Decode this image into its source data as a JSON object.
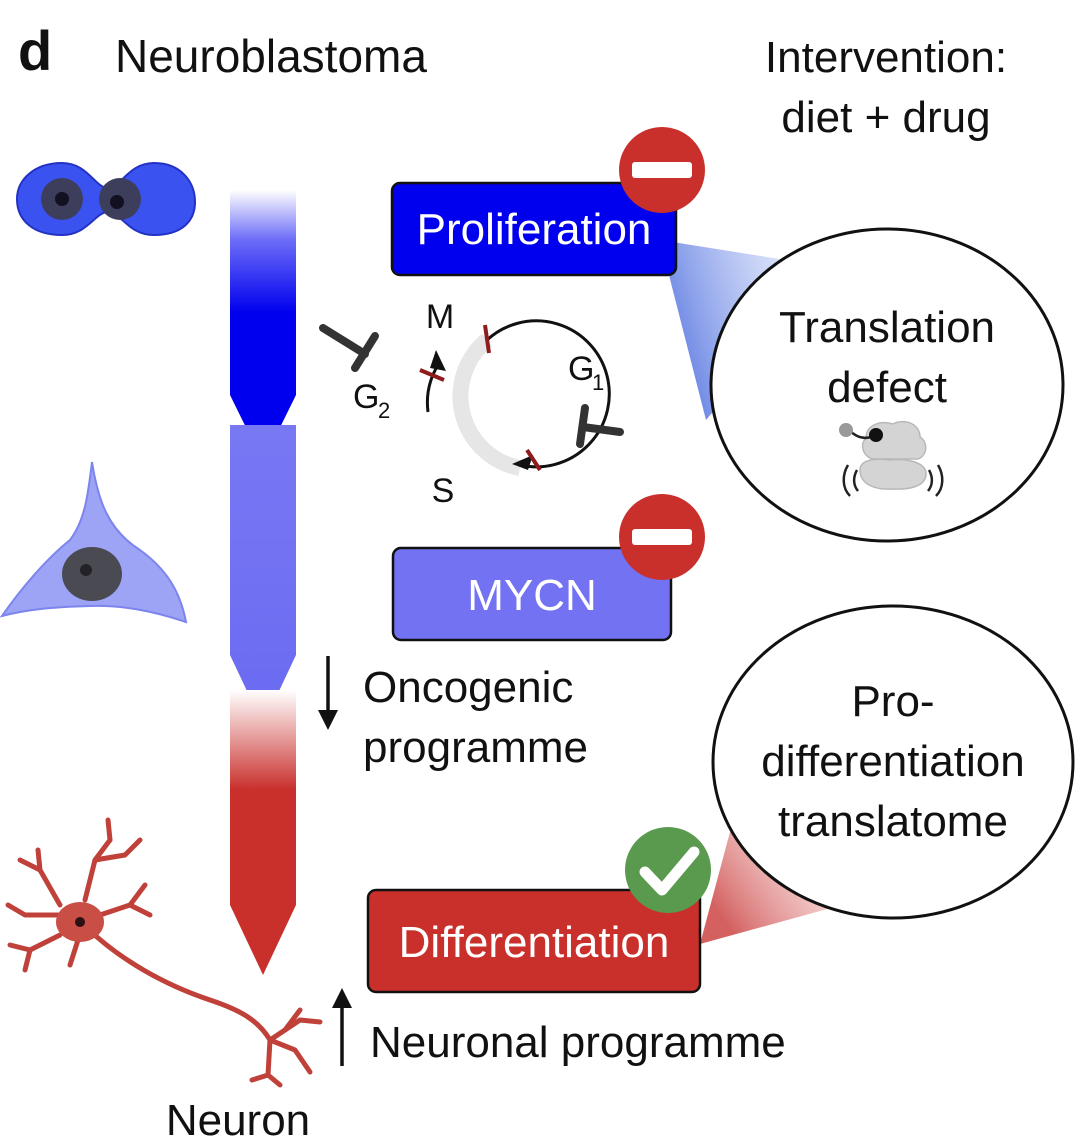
{
  "panel_letter": "d",
  "title": "Neuroblastoma",
  "intervention": {
    "line1": "Intervention:",
    "line2": "diet + drug"
  },
  "boxes": {
    "proliferation": {
      "label": "Proliferation",
      "color": "#0000ee"
    },
    "mycn": {
      "label": "MYCN",
      "color": "#7272f2"
    },
    "differentiation": {
      "label": "Differentiation",
      "color": "#c9302c"
    }
  },
  "cell_cycle": {
    "phase_m": "M",
    "phase_g1": "G",
    "phase_g1_sub": "1",
    "phase_g2": "G",
    "phase_g2_sub": "2",
    "phase_s": "S"
  },
  "bubbles": {
    "translation": {
      "line1": "Translation",
      "line2": "defect"
    },
    "pro_diff": {
      "line1": "Pro-",
      "line2": "differentiation",
      "line3": "translatome"
    }
  },
  "programmes": {
    "oncogenic_line1": "Oncogenic",
    "oncogenic_line2": "programme",
    "neuronal": "Neuronal programme"
  },
  "neuron_label": "Neuron",
  "colors": {
    "blue": "#0000ee",
    "light_blue": "#7272f2",
    "red": "#c9302c",
    "minus_badge": "#c9302c",
    "check_badge": "#5a9a4e"
  }
}
